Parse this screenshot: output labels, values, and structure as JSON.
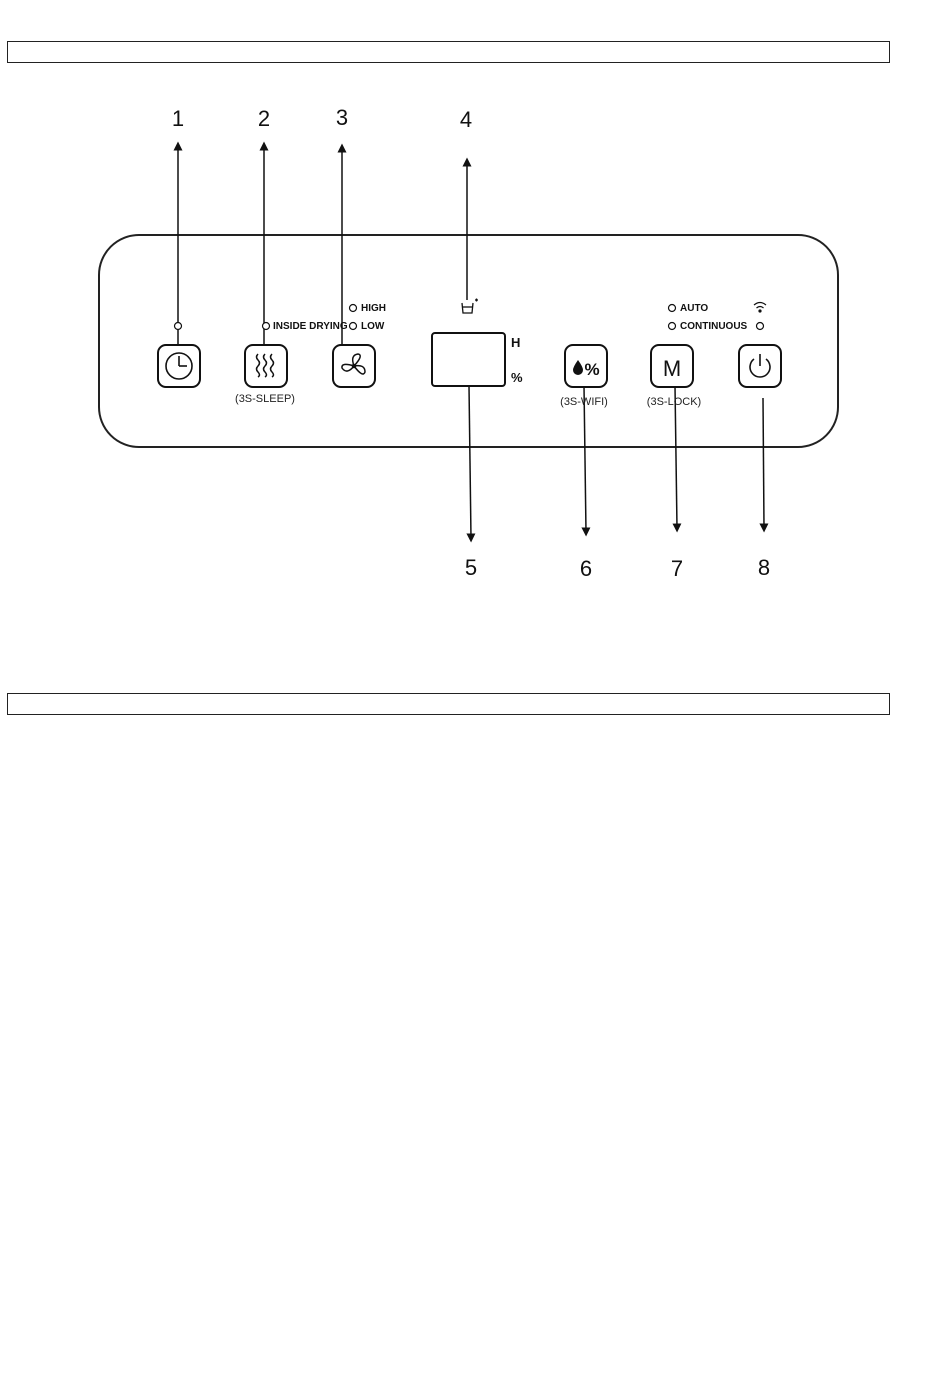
{
  "callouts": [
    "1",
    "2",
    "3",
    "4",
    "5",
    "6",
    "7",
    "8"
  ],
  "indicators": {
    "inside_drying": "INSIDE DRYING",
    "high": "HIGH",
    "low": "LOW",
    "auto": "AUTO",
    "continuous": "CONTINUOUS"
  },
  "button_notes": {
    "dry": "(3S-SLEEP)",
    "humidity": "(3S-WIFI)",
    "mode": "(3S-LOCK)"
  },
  "buttons": {
    "mode_letter": "M",
    "humidity_symbol": "%"
  },
  "display_units": {
    "hours": "H",
    "percent": "%"
  },
  "icons": [
    "timer-icon",
    "inside-drying-icon",
    "fan-icon",
    "water-tank-icon",
    "humidity-icon",
    "wifi-icon",
    "power-icon"
  ]
}
